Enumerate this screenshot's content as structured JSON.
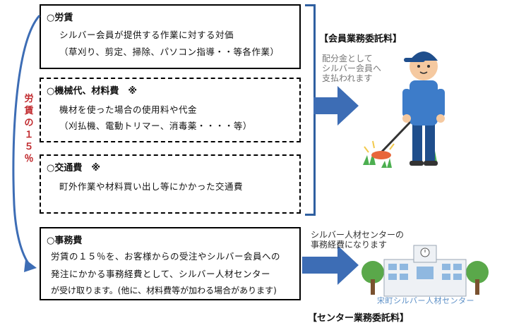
{
  "side_label": [
    "労",
    "賃",
    "の",
    "１",
    "５",
    "％"
  ],
  "boxes": [
    {
      "heading": "○労賃",
      "lines": [
        "シルバー会員が提供する作業に対する対価",
        "（草刈り、剪定、掃除、パソコン指導・・等各作業）"
      ]
    },
    {
      "heading": "○機械代、材料費　※",
      "lines": [
        "機材を使った場合の使用料や代金",
        "（刈払機、電動トリマー、消毒薬・・・・等）"
      ]
    },
    {
      "heading": "○交通費　※",
      "lines": [
        "町外作業や材料買い出し等にかかった交通費"
      ]
    },
    {
      "heading": "○事務費",
      "lines": [
        "労賃の１５％を、お客様からの受注やシルバー会員への",
        "発注にかかる事務経費として、シルバー人材センター",
        "が受け取ります。(他に、材料費等が加わる場合があります)"
      ]
    }
  ],
  "member_tag": "【会員業務委託料】",
  "member_note": [
    "配分金として",
    "シルバー会員へ",
    "支払われます"
  ],
  "center_note": [
    "シルバー人材センターの",
    "事務経費になります"
  ],
  "center_tag": "【センター業務委託料】",
  "building_sign": "宋町シルバー人材センター",
  "colors": {
    "arrow": "#3d6db5",
    "accent_red": "#c0282c",
    "bracket": "#2f5fa0"
  }
}
